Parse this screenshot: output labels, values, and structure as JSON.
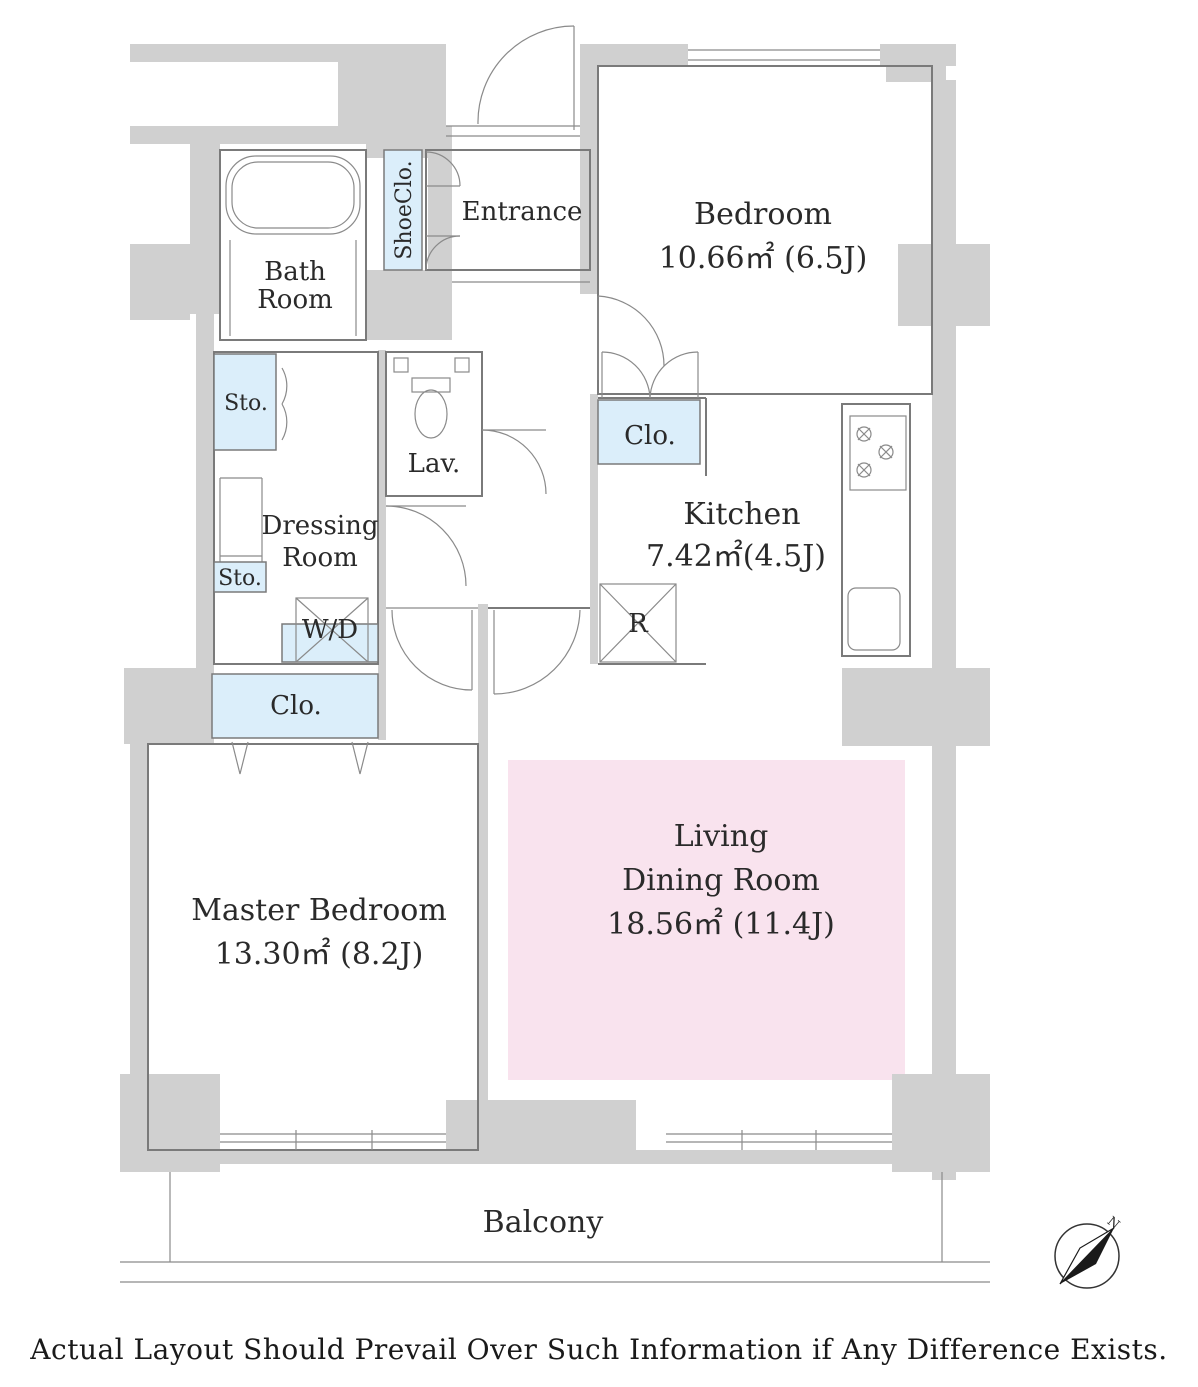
{
  "rooms": {
    "bedroom": {
      "name": "Bedroom",
      "area": "10.66㎡ (6.5J)"
    },
    "entrance": {
      "name": "Entrance"
    },
    "shoe_closet": {
      "name": "ShoeClo."
    },
    "bath_room": {
      "name_line1": "Bath",
      "name_line2": "Room"
    },
    "storage_upper": {
      "name": "Sto."
    },
    "storage_lower": {
      "name": "Sto."
    },
    "lavatory": {
      "name": "Lav."
    },
    "dressing_room": {
      "name_line1": "Dressing",
      "name_line2": "Room"
    },
    "washer_dryer": {
      "name": "W/D"
    },
    "closet_bedroom": {
      "name": "Clo."
    },
    "closet_master": {
      "name": "Clo."
    },
    "kitchen": {
      "name": "Kitchen",
      "area": "7.42㎡(4.5J)"
    },
    "refrigerator": {
      "name": "R"
    },
    "master_bedroom": {
      "name": "Master Bedroom",
      "area": "13.30㎡ (8.2J)"
    },
    "living_dining": {
      "name_line1": "Living",
      "name_line2": "Dining Room",
      "area": "18.56㎡ (11.4J)"
    },
    "balcony": {
      "name": "Balcony"
    }
  },
  "compass": {
    "label": "N"
  },
  "disclaimer": "Actual Layout Should Prevail Over Such Information if Any Difference Exists.",
  "colors": {
    "wall": "#d0d0d0",
    "storage": "#dbeefa",
    "ldk_highlight": "#f9e3ee",
    "line": "#7a7a7a"
  }
}
